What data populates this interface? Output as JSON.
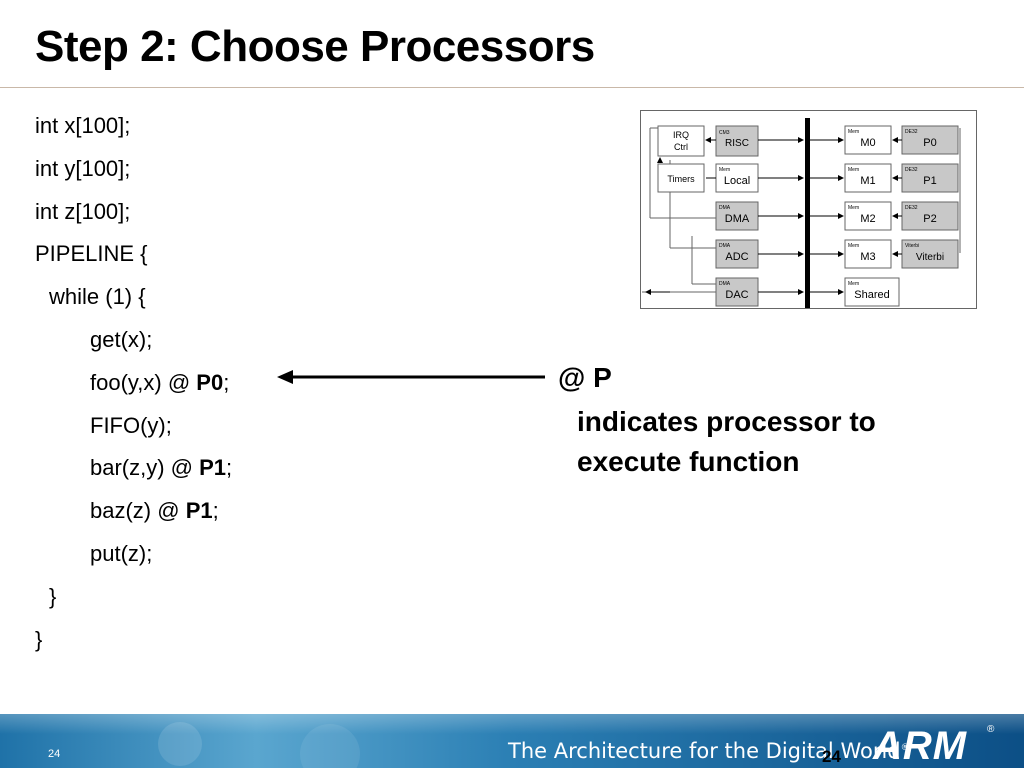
{
  "title": "Step 2: Choose Processors",
  "code": {
    "l1": "int x[100];",
    "l2": "int y[100];",
    "l3": "int z[100];",
    "l4": "PIPELINE {",
    "l5": "while (1) {",
    "l6": "get(x);",
    "l7_pre": "foo(y,x) @ ",
    "l7_proc": "P0",
    "l7_post": ";",
    "l8": "FIFO(y);",
    "l9_pre": "bar(z,y) @ ",
    "l9_proc": "P1",
    "l9_post": ";",
    "l10_pre": "baz(z) @ ",
    "l10_proc": "P1",
    "l10_post": ";",
    "l11": "put(z);",
    "l12": "}",
    "l13": "}"
  },
  "annotation": {
    "head": "@ P",
    "line1": "indicates processor to",
    "line2": "execute function"
  },
  "diagram": {
    "blocks": {
      "irq": {
        "line1": "IRQ",
        "line2": "Ctrl"
      },
      "risc": {
        "tag": "CM3",
        "label": "RISC"
      },
      "timers": {
        "label": "Timers"
      },
      "local": {
        "tag": "Mem",
        "label": "Local"
      },
      "dma": {
        "tag": "DMA",
        "label": "DMA"
      },
      "adc": {
        "tag": "DMA",
        "label": "ADC"
      },
      "dac": {
        "tag": "DMA",
        "label": "DAC"
      },
      "m0": {
        "tag": "Mem",
        "label": "M0"
      },
      "m1": {
        "tag": "Mem",
        "label": "M1"
      },
      "m2": {
        "tag": "Mem",
        "label": "M2"
      },
      "m3": {
        "tag": "Mem",
        "label": "M3"
      },
      "shared": {
        "tag": "Mem",
        "label": "Shared"
      },
      "p0": {
        "tag": "DE32",
        "label": "P0"
      },
      "p1": {
        "tag": "DE32",
        "label": "P1"
      },
      "p2": {
        "tag": "DE32",
        "label": "P2"
      },
      "viterbi": {
        "tag": "Viterbi",
        "label": "Viterbi"
      }
    }
  },
  "footer": {
    "page_left": "24",
    "tagline": "The Architecture for the Digital World",
    "tagline_mark": "®",
    "logo": "ARM",
    "logo_mark": "®",
    "page_right": "24"
  }
}
